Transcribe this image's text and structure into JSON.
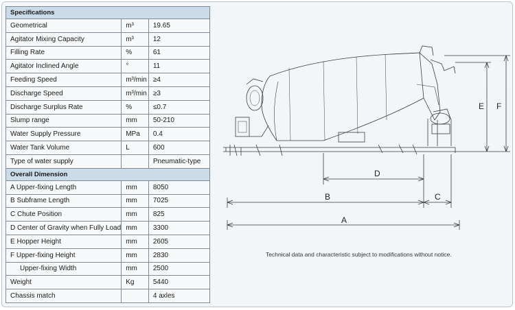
{
  "specifications": {
    "header": "Specifications",
    "rows": [
      {
        "name": "Geometrical",
        "unit": "m³",
        "value": "19.65"
      },
      {
        "name": "Agitator Mixing Capacity",
        "unit": "m³",
        "value": "12"
      },
      {
        "name": "Filling Rate",
        "unit": "%",
        "value": "61"
      },
      {
        "name": "Agitator Inclined Angle",
        "unit": "°",
        "value": "11"
      },
      {
        "name": "Feeding Speed",
        "unit": "m³/min",
        "value": "≥4"
      },
      {
        "name": "Discharge Speed",
        "unit": "m³/min",
        "value": "≥3"
      },
      {
        "name": "Discharge Surplus Rate",
        "unit": "%",
        "value": "≤0.7"
      },
      {
        "name": "Slump range",
        "unit": "mm",
        "value": "50-210"
      },
      {
        "name": "Water Supply Pressure",
        "unit": "MPa",
        "value": "0.4"
      },
      {
        "name": "Water Tank Volume",
        "unit": "L",
        "value": "600"
      },
      {
        "name": "Type of water supply",
        "unit": "",
        "value": "Pneumatic-type"
      }
    ]
  },
  "overall_dimension": {
    "header": "Overall Dimension",
    "rows": [
      {
        "name": "A  Upper-fixing Length",
        "unit": "mm",
        "value": "8050"
      },
      {
        "name": "B  Subframe Length",
        "unit": "mm",
        "value": "7025"
      },
      {
        "name": "C  Chute Position",
        "unit": "mm",
        "value": "825"
      },
      {
        "name": "D  Center of Gravity when Fully Load",
        "unit": "mm",
        "value": "3300"
      },
      {
        "name": "E  Hopper Height",
        "unit": "mm",
        "value": "2605"
      },
      {
        "name": "F  Upper-fixing Height",
        "unit": "mm",
        "value": "2830"
      },
      {
        "name": "Upper-fixing Width",
        "unit": "mm",
        "value": "2500"
      },
      {
        "name": "Weight",
        "unit": "Kg",
        "value": "5440"
      },
      {
        "name": "Chassis match",
        "unit": "",
        "value": "4 axles"
      }
    ]
  },
  "drawing": {
    "labels": {
      "a": "A",
      "b": "B",
      "c": "C",
      "d": "D",
      "e": "E",
      "f": "F"
    }
  },
  "note": "Technical data and characteristic subject to modifications without notice."
}
